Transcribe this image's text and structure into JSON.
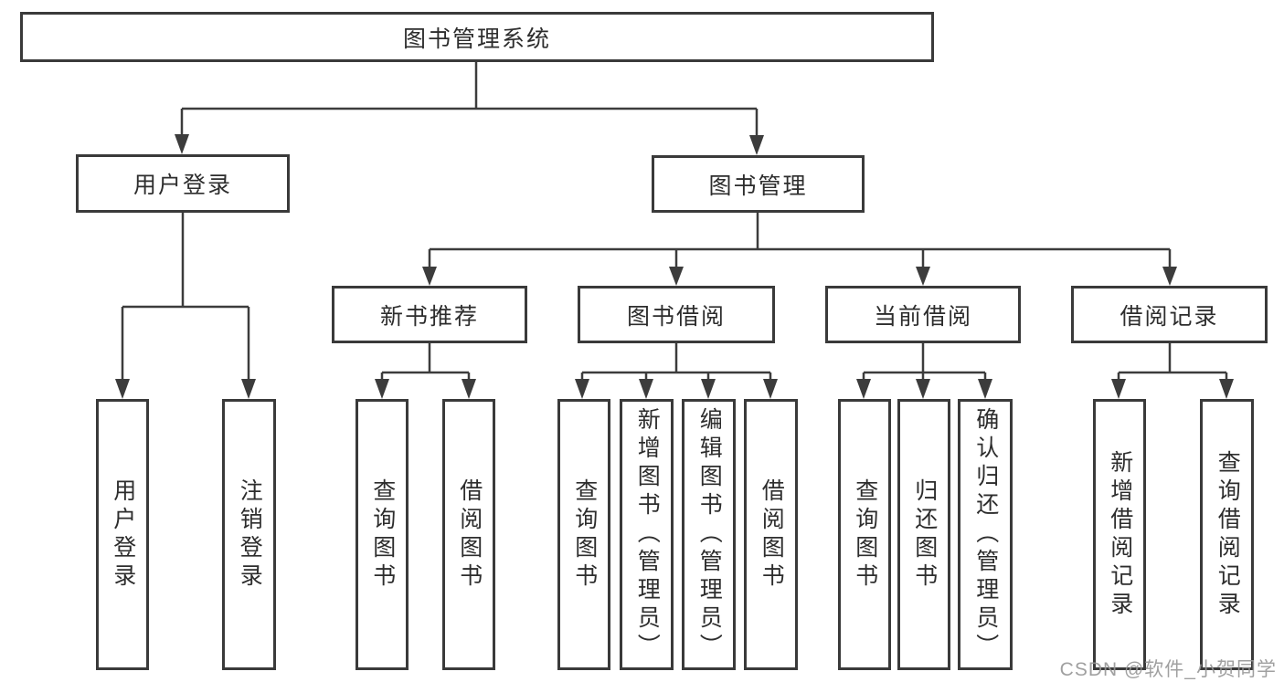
{
  "diagram": {
    "root": {
      "label": "图书管理系统"
    },
    "level2": [
      {
        "label": "用户登录"
      },
      {
        "label": "图书管理"
      }
    ],
    "level3": [
      {
        "label": "新书推荐"
      },
      {
        "label": "图书借阅"
      },
      {
        "label": "当前借阅"
      },
      {
        "label": "借阅记录"
      }
    ],
    "leaves": [
      {
        "label": "用户登录"
      },
      {
        "label": "注销登录"
      },
      {
        "label": "查询图书"
      },
      {
        "label": "借阅图书"
      },
      {
        "label": "查询图书"
      },
      {
        "label": "新增图书（管理员）"
      },
      {
        "label": "编辑图书（管理员）"
      },
      {
        "label": "借阅图书"
      },
      {
        "label": "查询图书"
      },
      {
        "label": "归还图书"
      },
      {
        "label": "确认归还（管理员）"
      },
      {
        "label": "新增借阅记录"
      },
      {
        "label": "查询借阅记录"
      }
    ]
  },
  "watermark": {
    "text": "CSDN @软件_小贺同学"
  },
  "colors": {
    "line": "#3c3c3c",
    "box_border": "#3a3a3a",
    "text": "#2d2d2d",
    "watermark": "#969696",
    "background": "#ffffff"
  }
}
